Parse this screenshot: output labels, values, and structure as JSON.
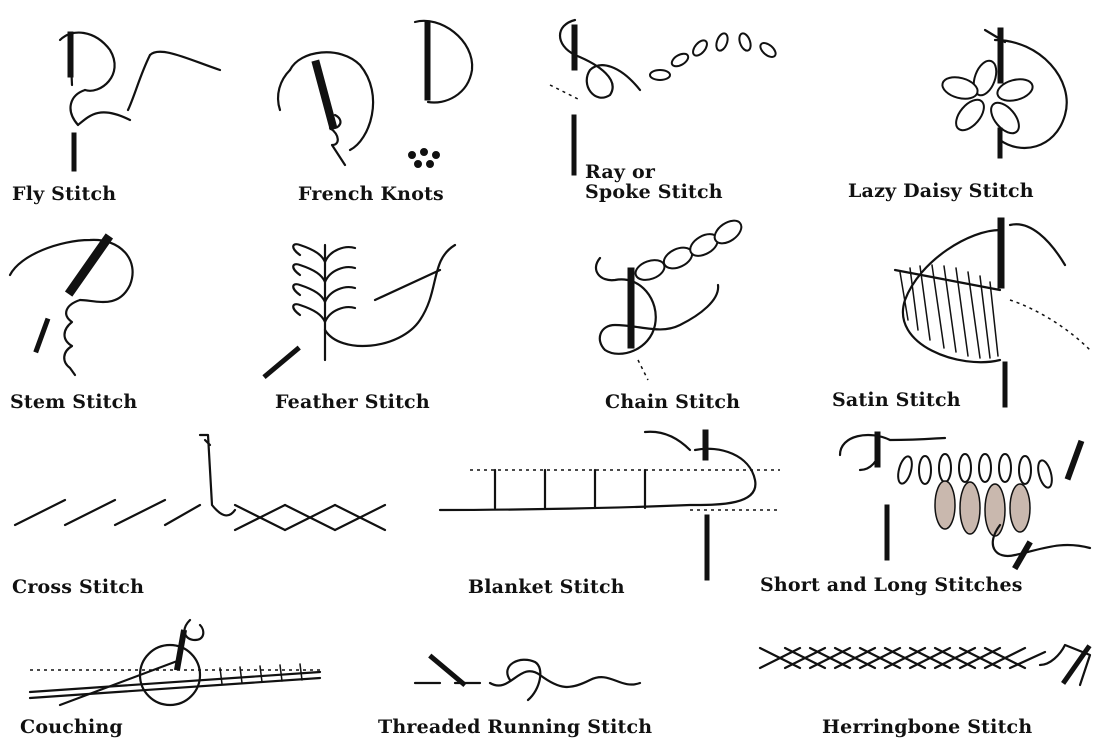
{
  "stitches": [
    {
      "id": "fly",
      "label": "Fly Stitch"
    },
    {
      "id": "french",
      "label": "French Knots"
    },
    {
      "id": "ray",
      "label_line1": "Ray or",
      "label_line2": "Spoke Stitch"
    },
    {
      "id": "lazy",
      "label": "Lazy Daisy Stitch"
    },
    {
      "id": "stem",
      "label": "Stem Stitch"
    },
    {
      "id": "feather",
      "label": "Feather Stitch"
    },
    {
      "id": "chain",
      "label": "Chain Stitch"
    },
    {
      "id": "satin",
      "label": "Satin Stitch"
    },
    {
      "id": "cross",
      "label": "Cross Stitch"
    },
    {
      "id": "blanket",
      "label": "Blanket Stitch"
    },
    {
      "id": "shortlong",
      "label": "Short and Long Stitches"
    },
    {
      "id": "couching",
      "label": "Couching"
    },
    {
      "id": "threaded",
      "label": "Threaded Running Stitch"
    },
    {
      "id": "herring",
      "label": "Herringbone Stitch"
    }
  ]
}
